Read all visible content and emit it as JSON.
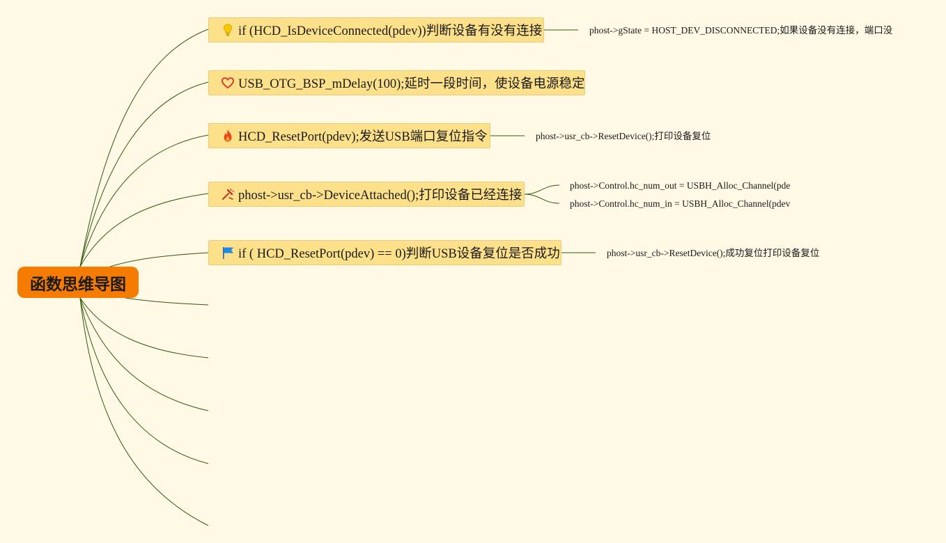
{
  "root": {
    "label": "函数思维导图"
  },
  "topics": [
    {
      "label": "if (HCD_IsDeviceConnected(pdev))判断设备有没有连接",
      "icon": "lightbulb-icon",
      "children": [
        "phost->gState = HOST_DEV_DISCONNECTED;如果设备没有连接，端口没"
      ]
    },
    {
      "label": "USB_OTG_BSP_mDelay(100);延时一段时间，使设备电源稳定",
      "icon": "heart-icon",
      "children": []
    },
    {
      "label": "HCD_ResetPort(pdev);发送USB端口复位指令",
      "icon": "fire-icon",
      "children": [
        "phost->usr_cb->ResetDevice();打印设备复位"
      ]
    },
    {
      "label": "phost->usr_cb->DeviceAttached();打印设备已经连接",
      "icon": "tools-icon",
      "children": [
        "phost->Control.hc_num_out = USBH_Alloc_Channel(pde",
        "phost->Control.hc_num_in = USBH_Alloc_Channel(pdev"
      ]
    },
    {
      "label": "if ( HCD_ResetPort(pdev) == 0)判断USB设备复位是否成功",
      "icon": "flag-icon",
      "children": [
        "phost->usr_cb->ResetDevice();成功复位打印设备复位"
      ]
    }
  ],
  "colors": {
    "background": "#fff9e6",
    "root_fill": "#f57c00",
    "topic_fill": "#fde18a",
    "connector": "#2f5a0f"
  }
}
